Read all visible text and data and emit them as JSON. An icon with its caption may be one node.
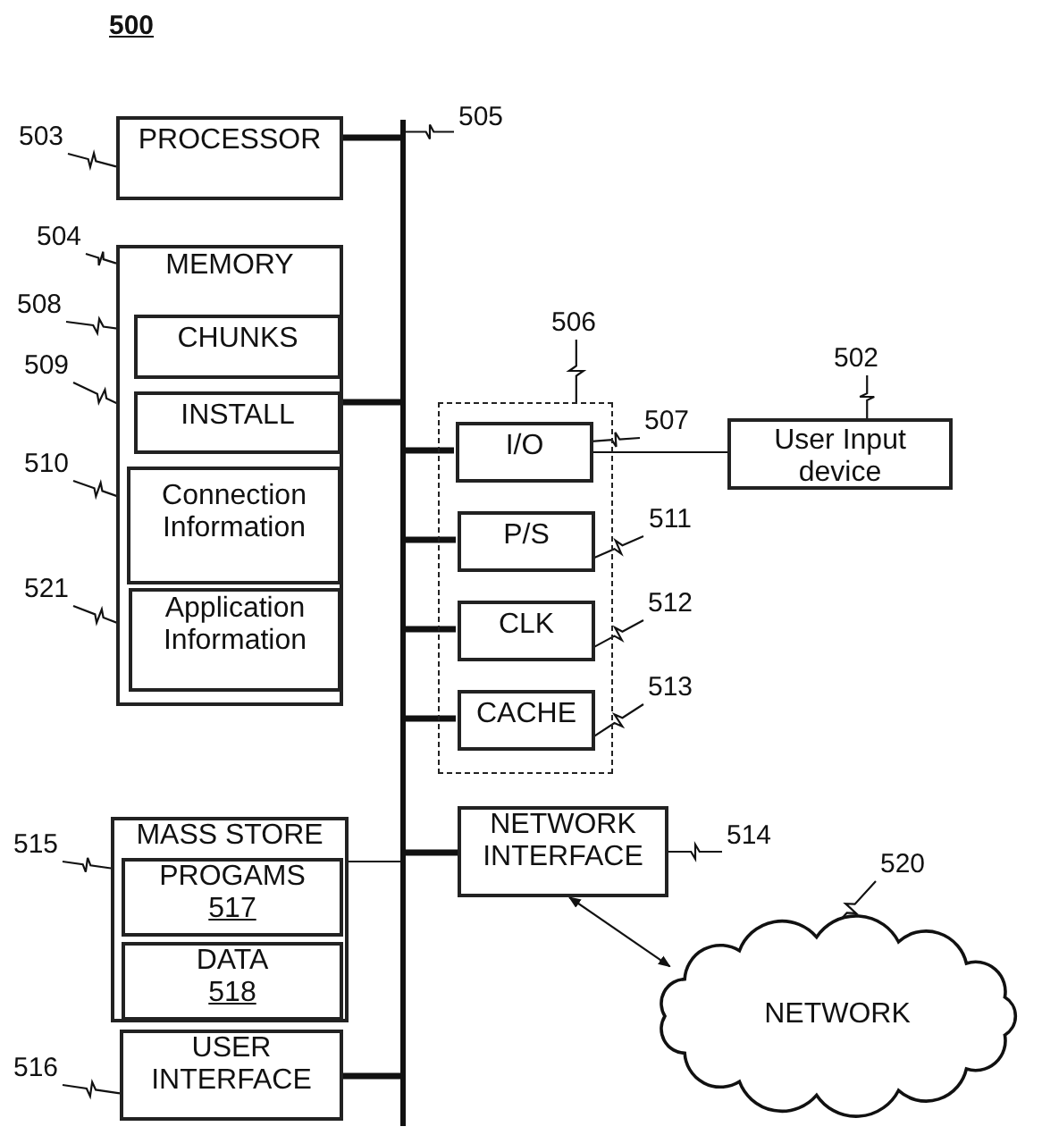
{
  "diagram": {
    "title": "500",
    "nodes": [
      {
        "text": [
          "PROCESSOR"
        ]
      },
      {
        "text": [
          "MEMORY"
        ]
      },
      {
        "text": [
          "CHUNKS"
        ],
        "in": 1
      },
      {
        "text": [
          "INSTALL"
        ],
        "in": 1
      },
      {
        "text": [
          "Connection Information"
        ],
        "in": 1
      },
      {
        "text": [
          "Application Information"
        ],
        "in": 1
      },
      {
        "text": [],
        "shape": "bar"
      },
      {
        "text": [],
        "shape": "box"
      },
      {
        "text": [
          "I/O"
        ],
        "in": 7
      },
      {
        "text": [
          "P/S"
        ],
        "in": 7
      },
      {
        "text": [
          "CLK"
        ],
        "in": 7
      },
      {
        "text": [
          "CACHE"
        ],
        "in": 7
      },
      {
        "text": [
          "User Input device"
        ]
      },
      {
        "text": [
          "MASS STORE"
        ]
      },
      {
        "text": [
          "PROGAMS",
          "517"
        ],
        "in": 13
      },
      {
        "text": [
          "DATA",
          "518"
        ],
        "in": 13
      },
      {
        "text": [
          "USER INTERFACE"
        ]
      },
      {
        "text": [
          "NETWORK INTERFACE"
        ]
      },
      {
        "text": [
          "NETWORK"
        ]
      },
      {
        "text": [
          "503"
        ]
      },
      {
        "text": [
          "504"
        ]
      },
      {
        "text": [
          "508"
        ]
      },
      {
        "text": [
          "509"
        ]
      },
      {
        "text": [
          "510"
        ]
      },
      {
        "text": [
          "521"
        ]
      },
      {
        "text": [
          "505"
        ]
      },
      {
        "text": [
          "506"
        ]
      },
      {
        "text": [
          "507"
        ]
      },
      {
        "text": [
          "511"
        ]
      },
      {
        "text": [
          "512"
        ]
      },
      {
        "text": [
          "513"
        ]
      },
      {
        "text": [
          "502"
        ]
      },
      {
        "text": [
          "515"
        ]
      },
      {
        "text": [
          "516"
        ]
      },
      {
        "text": [
          "514"
        ]
      },
      {
        "text": [
          "520"
        ]
      }
    ],
    "edges": [
      {
        "from": 0,
        "to": 6,
        "arrow": "none",
        "style": "thick"
      },
      {
        "from": 1,
        "to": 6,
        "arrow": "none",
        "style": "thick"
      },
      {
        "from": 6,
        "to": 8,
        "arrow": "none",
        "style": "thick"
      },
      {
        "from": 6,
        "to": 9,
        "arrow": "none",
        "style": "thick"
      },
      {
        "from": 6,
        "to": 10,
        "arrow": "none",
        "style": "thick"
      },
      {
        "from": 6,
        "to": 11,
        "arrow": "none",
        "style": "thick"
      },
      {
        "from": 8,
        "to": 12,
        "arrow": "none"
      },
      {
        "from": 13,
        "to": 6,
        "arrow": "none"
      },
      {
        "from": 6,
        "to": 17,
        "arrow": "none",
        "style": "thick"
      },
      {
        "from": 16,
        "to": 6,
        "arrow": "none",
        "style": "thick"
      },
      {
        "from": 17,
        "to": 18,
        "arrow": "both"
      },
      {
        "from": 19,
        "to": 0,
        "arrow": "none"
      },
      {
        "from": 20,
        "to": 1,
        "arrow": "none"
      },
      {
        "from": 21,
        "to": 2,
        "arrow": "none"
      },
      {
        "from": 22,
        "to": 3,
        "arrow": "none"
      },
      {
        "from": 23,
        "to": 4,
        "arrow": "none"
      },
      {
        "from": 24,
        "to": 5,
        "arrow": "none"
      },
      {
        "from": 25,
        "to": 6,
        "arrow": "none"
      },
      {
        "from": 26,
        "to": 7,
        "arrow": "none"
      },
      {
        "from": 27,
        "to": 8,
        "arrow": "none"
      },
      {
        "from": 28,
        "to": 9,
        "arrow": "none"
      },
      {
        "from": 29,
        "to": 10,
        "arrow": "none"
      },
      {
        "from": 30,
        "to": 11,
        "arrow": "none"
      },
      {
        "from": 31,
        "to": 12,
        "arrow": "none"
      },
      {
        "from": 32,
        "to": 13,
        "arrow": "none"
      },
      {
        "from": 33,
        "to": 16,
        "arrow": "none"
      },
      {
        "from": 34,
        "to": 17,
        "arrow": "none"
      },
      {
        "from": 35,
        "to": 18,
        "arrow": "none"
      }
    ]
  }
}
